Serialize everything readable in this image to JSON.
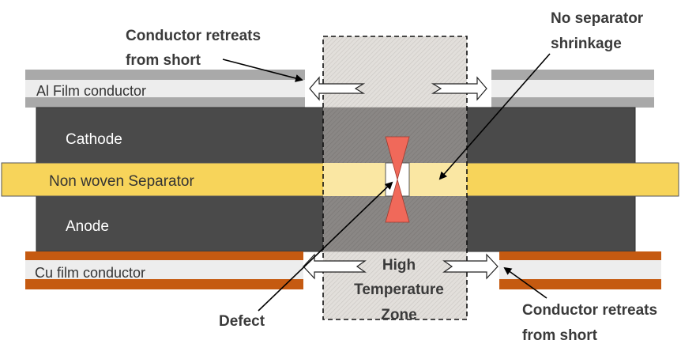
{
  "layers": {
    "al_film": "Al Film conductor",
    "cathode": "Cathode",
    "separator": "Non woven Separator",
    "anode": "Anode",
    "cu_film": "Cu film conductor"
  },
  "callouts": {
    "conductor_retreats_top_1": "Conductor retreats",
    "conductor_retreats_top_2": "from short",
    "no_separator_1": "No separator",
    "no_separator_2": "shrinkage",
    "defect": "Defect",
    "conductor_retreats_bottom_1": "Conductor retreats",
    "conductor_retreats_bottom_2": "from short"
  },
  "zone": {
    "line1": "High",
    "line2": "Temperature",
    "line3": "Zone"
  },
  "colors": {
    "al_film_outer": "#a9a9a9",
    "al_film_inner": "#ededed",
    "electrode": "#4a4a4a",
    "separator": "#f7d45a",
    "separator_light": "#fae7a3",
    "cu_film_outer": "#c55a11",
    "cu_film_inner": "#ededed",
    "defect": "#f0695a",
    "zone_fill": "#d9d9d9"
  }
}
